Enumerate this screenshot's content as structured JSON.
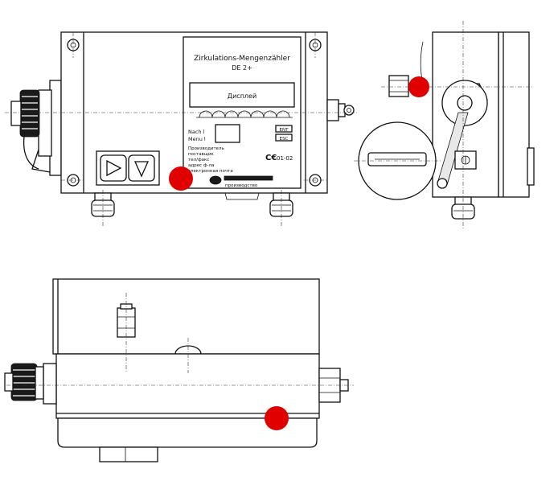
{
  "front_view": {
    "panel_title_line1": "Zirkulations-Mengenzähler",
    "panel_title_line2": "DE 2+",
    "display_label": "Дисплей",
    "side_label_1": "Nach l",
    "side_label_2": "Menu l",
    "small_box_top": "ENT",
    "small_box_bottom": "ESC",
    "legend_lines": [
      "Производитель",
      "поставщик",
      "тел/факс",
      "адрес ф-ла",
      "электронная почта"
    ],
    "cert_mark": "01-02",
    "brand_line1": "■■■■■ ■■■",
    "brand_line2": "производство"
  },
  "markers": {
    "color": "#e00000"
  }
}
